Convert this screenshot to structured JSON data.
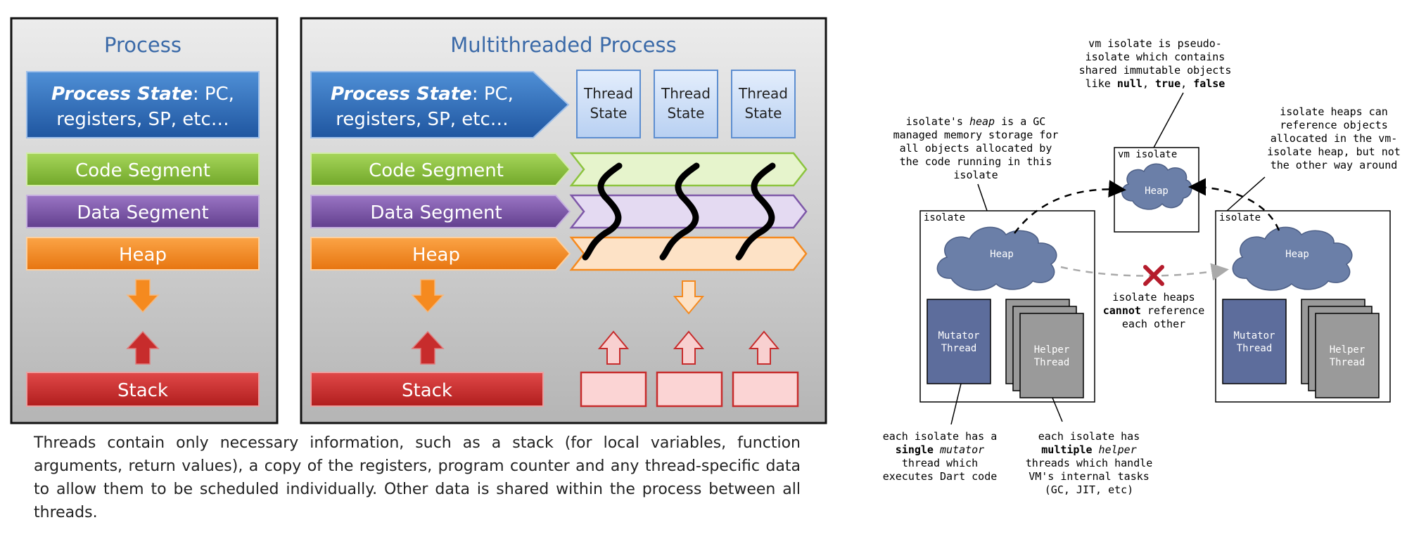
{
  "left": {
    "process": {
      "title": "Process",
      "state_bold": "Process State",
      "state_rest": ": PC,",
      "state_line2": "registers, SP, etc…",
      "code": "Code Segment",
      "data": "Data Segment",
      "heap": "Heap",
      "stack": "Stack"
    },
    "multi": {
      "title": "Multithreaded Process",
      "state_bold": "Process State",
      "state_rest": ": PC,",
      "state_line2": "registers, SP, etc…",
      "thread_state": [
        "Thread",
        "State"
      ],
      "code": "Code Segment",
      "data": "Data Segment",
      "heap": "Heap",
      "stack": "Stack"
    },
    "caption": "Threads contain only necessary information, such as a stack (for local variables, function arguments, return values), a copy of the registers, program counter and any thread-specific data to allow them to be scheduled individually.  Other data is shared within the process between all threads.",
    "colors": {
      "state": "#2e6bb8",
      "code": "#8cc43f",
      "data": "#7e58a8",
      "heap": "#f58a1f",
      "stack": "#c72c2c"
    }
  },
  "right": {
    "vm_note": [
      "vm isolate is pseudo-",
      "isolate which contains",
      "shared immutable objects"
    ],
    "vm_note_last": {
      "pre": "like ",
      "b1": "null",
      "sep1": ", ",
      "b2": "true",
      "sep2": ", ",
      "b3": "false"
    },
    "heap_note": {
      "l1_pre": "isolate's ",
      "l1_italic": "heap",
      "l1_post": " is a GC",
      "rest": [
        "managed memory storage for",
        "all objects allocated by",
        "the code running in this",
        "isolate"
      ]
    },
    "ref_note": [
      "isolate heaps can",
      "reference objects",
      "allocated in the vm-",
      "isolate heap, but not",
      "the other way around"
    ],
    "vm_label": "vm isolate",
    "isolate_label": "isolate",
    "heap_label": "Heap",
    "mutator": [
      "Mutator",
      "Thread"
    ],
    "helper": [
      "Helper",
      "Thread"
    ],
    "cannot_note": {
      "l1": "isolate heaps",
      "l2_bold": "cannot",
      "l2_rest": " reference",
      "l3": "each other"
    },
    "single_note": {
      "l1": "each isolate has a",
      "l2_bold": "single",
      "l2_italic": "mutator",
      "l3": "thread which",
      "l4": "executes Dart code"
    },
    "multiple_note": {
      "l1": "each isolate has",
      "l2_bold": "multiple",
      "l2_italic": "helper",
      "l3": "threads which handle",
      "l4": "VM's internal tasks",
      "l5": "(GC, JIT, etc)"
    },
    "colors": {
      "heap": "#6b7fa8",
      "thread": "#5d6d9c",
      "helper": "#9a9a9a",
      "cross": "#b51c2c"
    }
  }
}
